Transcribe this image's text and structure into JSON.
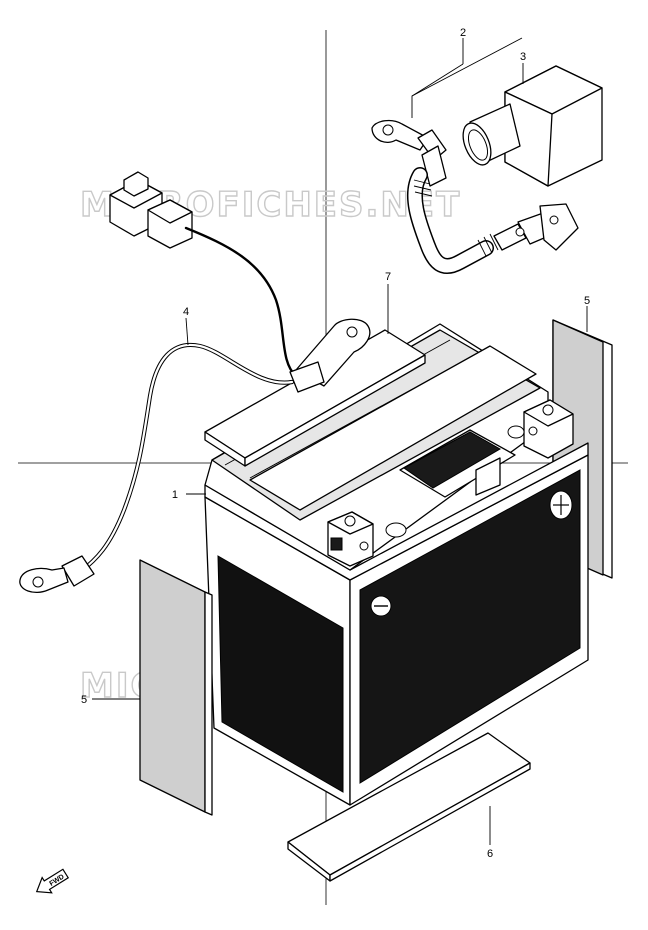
{
  "watermark": "MICROFICHES.NET",
  "callouts": [
    "1",
    "2",
    "3",
    "4",
    "5",
    "5",
    "6",
    "7"
  ],
  "fwd_label": "FWD"
}
